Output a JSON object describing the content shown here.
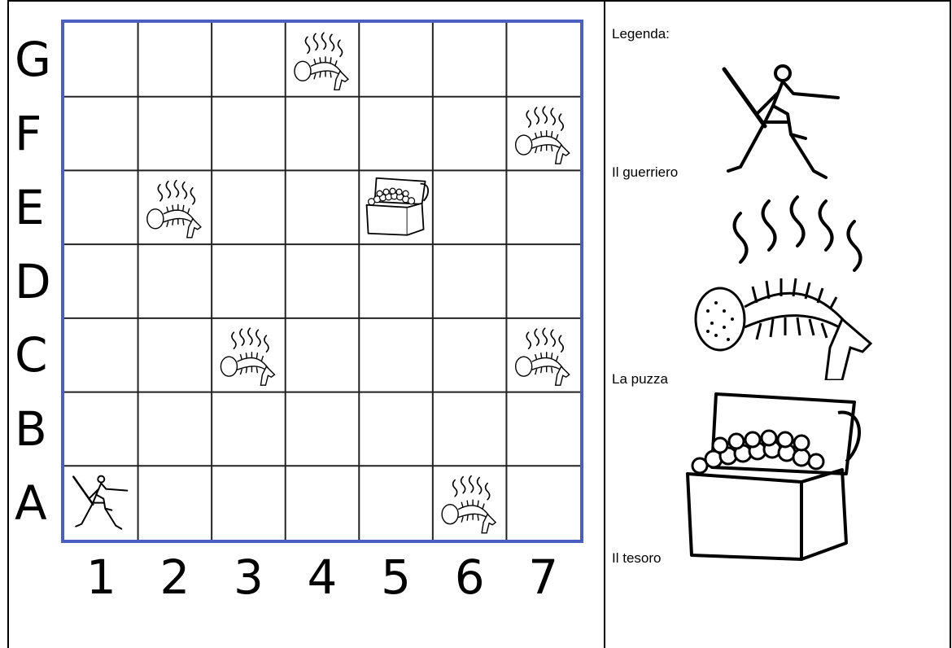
{
  "board": {
    "rows": [
      "G",
      "F",
      "E",
      "D",
      "C",
      "B",
      "A"
    ],
    "columns": [
      "1",
      "2",
      "3",
      "4",
      "5",
      "6",
      "7"
    ],
    "pieces": [
      {
        "type": "stench",
        "cell": "G4"
      },
      {
        "type": "stench",
        "cell": "F7"
      },
      {
        "type": "stench",
        "cell": "E2"
      },
      {
        "type": "treasure",
        "cell": "E5"
      },
      {
        "type": "stench",
        "cell": "C3"
      },
      {
        "type": "stench",
        "cell": "C7"
      },
      {
        "type": "warrior",
        "cell": "A1"
      },
      {
        "type": "stench",
        "cell": "A6"
      }
    ],
    "border_color": "#4a5fc1"
  },
  "legend": {
    "title": "Legenda:",
    "items": [
      {
        "key": "warrior",
        "label": "Il guerriero",
        "icon": "warrior-icon"
      },
      {
        "key": "stench",
        "label": "La puzza",
        "icon": "stench-icon"
      },
      {
        "key": "treasure",
        "label": "Il tesoro",
        "icon": "treasure-icon"
      }
    ]
  }
}
